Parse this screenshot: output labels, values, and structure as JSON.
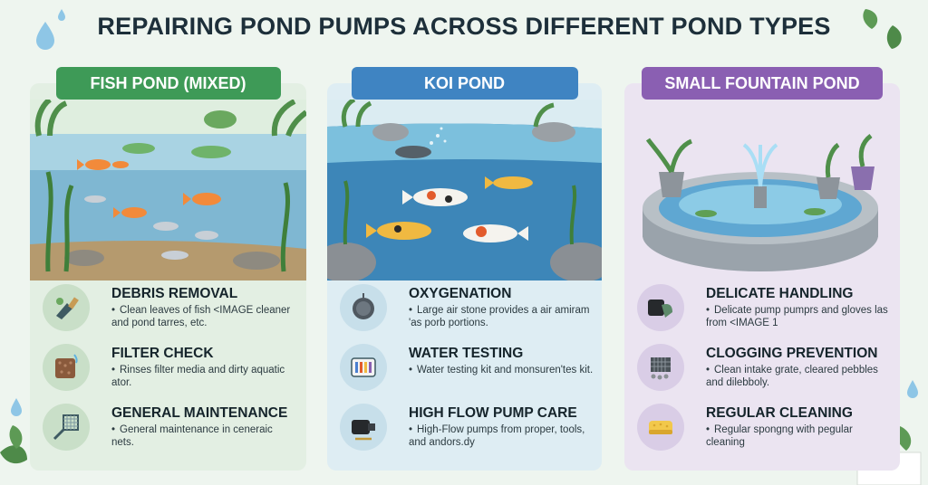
{
  "title": "REPAIRING POND PUMPS ACROSS DIFFERENT POND TYPES",
  "colors": {
    "fish": "#3e9a57",
    "koi": "#3f84c2",
    "fountain": "#8a5fb2"
  },
  "cards": [
    {
      "label": "FISH POND (MIXED)",
      "items": [
        {
          "icon": "gloved-hand-brush-icon",
          "title": "DEBRIS REMOVAL",
          "desc": "Clean leaves of fish <IMAGE cleaner and pond tarres, etc."
        },
        {
          "icon": "filter-media-icon",
          "title": "FILTER CHECK",
          "desc": "Rinses filter media and dirty aquatic ator."
        },
        {
          "icon": "net-icon",
          "title": "GENERAL MAINTENANCE",
          "desc": "General maintenance in ceneraic nets."
        }
      ]
    },
    {
      "label": "KOI POND",
      "items": [
        {
          "icon": "air-stone-icon",
          "title": "OXYGENATION",
          "desc": "Large air stone provides a air amiram 'as porb portions."
        },
        {
          "icon": "test-kit-icon",
          "title": "WATER TESTING",
          "desc": "Water testing kit and monsuren'tes kit."
        },
        {
          "icon": "pump-tools-icon",
          "title": "HIGH FLOW PUMP CARE",
          "desc": "High-Flow pumps from proper, tools, and andors.dy"
        }
      ]
    },
    {
      "label": "SMALL FOUNTAIN POND",
      "items": [
        {
          "icon": "pump-glove-icon",
          "title": "DELICATE HANDLING",
          "desc": "Delicate pump pumprs and gloves las from <IMAGE 1"
        },
        {
          "icon": "intake-grate-icon",
          "title": "CLOGGING PREVENTION",
          "desc": "Clean intake grate, cleared pebbles and dilebboly."
        },
        {
          "icon": "sponge-icon",
          "title": "REGULAR CLEANING",
          "desc": "Regular spongng with pegular cleaning"
        }
      ]
    }
  ]
}
